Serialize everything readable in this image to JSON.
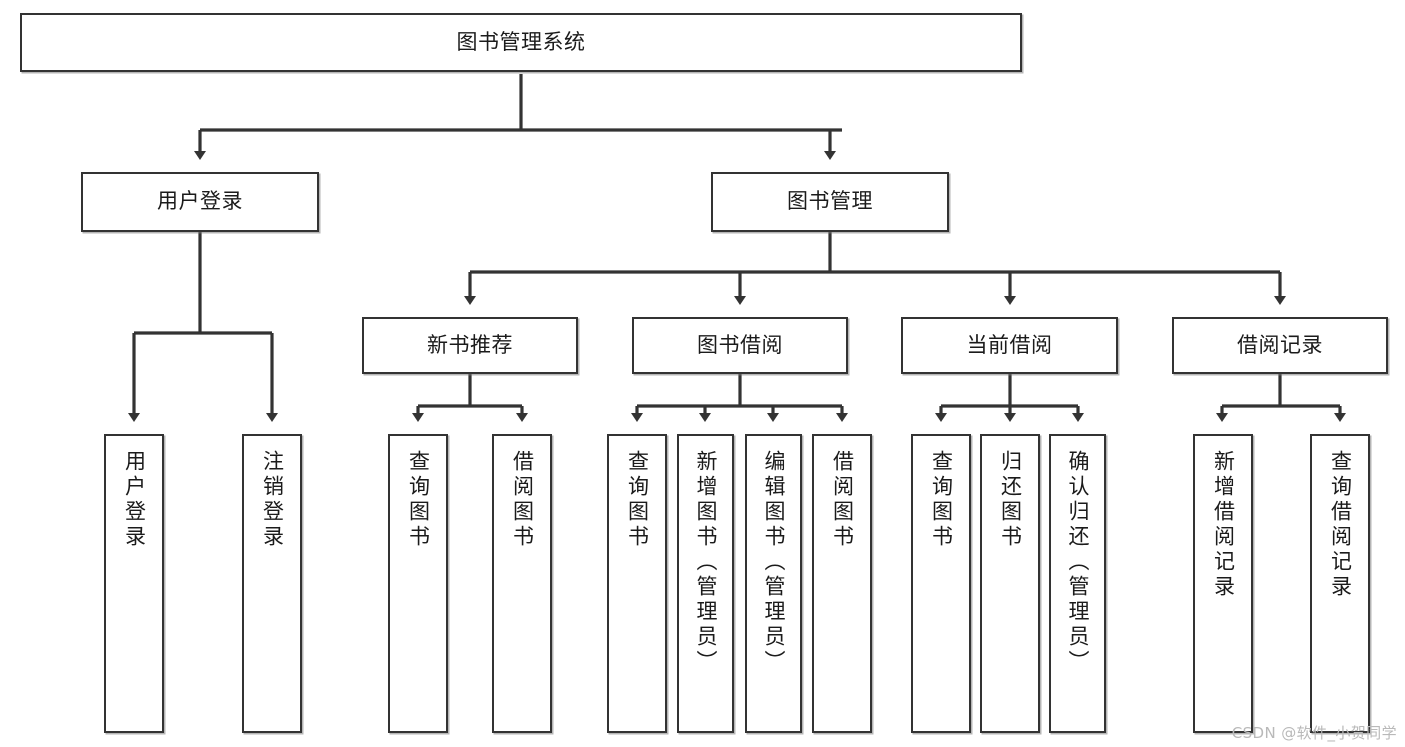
{
  "diagram": {
    "title": "图书管理系统",
    "type": "tree",
    "watermark": "CSDN @软件_小贺同学",
    "colors": {
      "box_border": "#333333",
      "box_fill": "#ffffff",
      "edge": "#333333",
      "text": "#1b1b1b",
      "watermark": "#b9b9b9",
      "background": "#ffffff"
    }
  },
  "nodes": {
    "root": {
      "label": "图书管理系统"
    },
    "level2": [
      {
        "label": "用户登录"
      },
      {
        "label": "图书管理"
      }
    ],
    "level3": [
      {
        "label": "新书推荐"
      },
      {
        "label": "图书借阅"
      },
      {
        "label": "当前借阅"
      },
      {
        "label": "借阅记录"
      }
    ],
    "leaves": {
      "user_login": [
        {
          "label": "用户登录"
        },
        {
          "label": "注销登录"
        }
      ],
      "new_book_recommend": [
        {
          "label": "查询图书"
        },
        {
          "label": "借阅图书"
        }
      ],
      "book_borrow": [
        {
          "label": "查询图书"
        },
        {
          "label": "新增图书（管理员）"
        },
        {
          "label": "编辑图书（管理员）"
        },
        {
          "label": "借阅图书"
        }
      ],
      "current_borrow": [
        {
          "label": "查询图书"
        },
        {
          "label": "归还图书"
        },
        {
          "label": "确认归还（管理员）"
        }
      ],
      "borrow_record": [
        {
          "label": "新增借阅记录"
        },
        {
          "label": "查询借阅记录"
        }
      ]
    }
  },
  "chart_data": {
    "type": "tree",
    "title": "图书管理系统",
    "nodes": [
      {
        "id": "n0",
        "label": "图书管理系统",
        "level": 0,
        "parent": null
      },
      {
        "id": "n1",
        "label": "用户登录",
        "level": 1,
        "parent": "n0"
      },
      {
        "id": "n2",
        "label": "图书管理",
        "level": 1,
        "parent": "n0"
      },
      {
        "id": "n1a",
        "label": "用户登录",
        "level": 2,
        "parent": "n1"
      },
      {
        "id": "n1b",
        "label": "注销登录",
        "level": 2,
        "parent": "n1"
      },
      {
        "id": "n3",
        "label": "新书推荐",
        "level": 2,
        "parent": "n2"
      },
      {
        "id": "n4",
        "label": "图书借阅",
        "level": 2,
        "parent": "n2"
      },
      {
        "id": "n5",
        "label": "当前借阅",
        "level": 2,
        "parent": "n2"
      },
      {
        "id": "n6",
        "label": "借阅记录",
        "level": 2,
        "parent": "n2"
      },
      {
        "id": "n3a",
        "label": "查询图书",
        "level": 3,
        "parent": "n3"
      },
      {
        "id": "n3b",
        "label": "借阅图书",
        "level": 3,
        "parent": "n3"
      },
      {
        "id": "n4a",
        "label": "查询图书",
        "level": 3,
        "parent": "n4"
      },
      {
        "id": "n4b",
        "label": "新增图书（管理员）",
        "level": 3,
        "parent": "n4"
      },
      {
        "id": "n4c",
        "label": "编辑图书（管理员）",
        "level": 3,
        "parent": "n4"
      },
      {
        "id": "n4d",
        "label": "借阅图书",
        "level": 3,
        "parent": "n4"
      },
      {
        "id": "n5a",
        "label": "查询图书",
        "level": 3,
        "parent": "n5"
      },
      {
        "id": "n5b",
        "label": "归还图书",
        "level": 3,
        "parent": "n5"
      },
      {
        "id": "n5c",
        "label": "确认归还（管理员）",
        "level": 3,
        "parent": "n5"
      },
      {
        "id": "n6a",
        "label": "新增借阅记录",
        "level": 3,
        "parent": "n6"
      },
      {
        "id": "n6b",
        "label": "查询借阅记录",
        "level": 3,
        "parent": "n6"
      }
    ]
  }
}
